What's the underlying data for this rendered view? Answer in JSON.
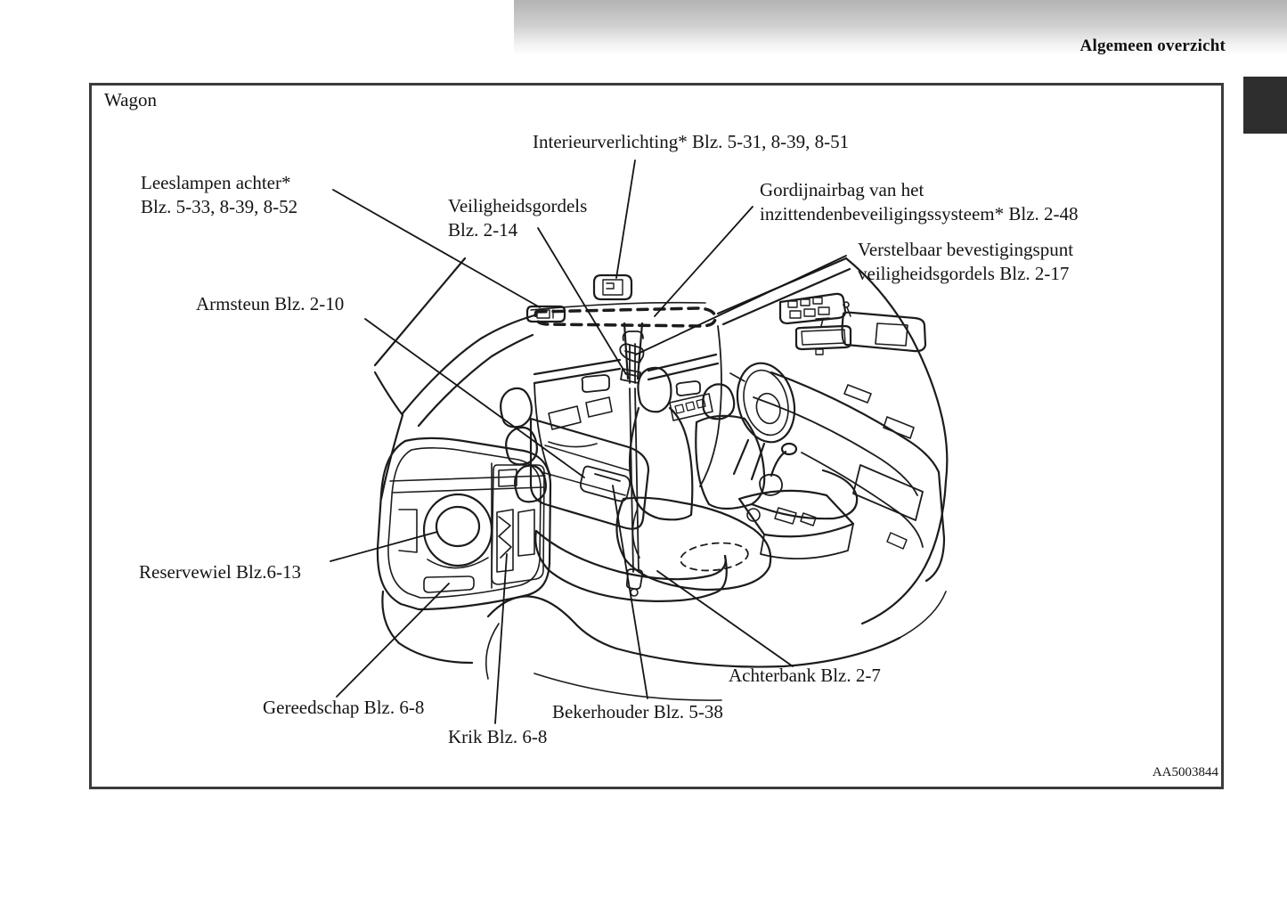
{
  "header": {
    "title": "Algemeen overzicht"
  },
  "figure": {
    "label": "Wagon",
    "code": "AA5003844",
    "callouts": {
      "interieurverlichting": {
        "text": "Interieurverlichting* Blz. 5-31, 8-39, 8-51"
      },
      "leeslampen": {
        "text": "Leeslampen achter*\nBlz. 5-33, 8-39, 8-52"
      },
      "veiligheidsgordels": {
        "text": "Veiligheidsgordels\nBlz. 2-14"
      },
      "gordijnairbag": {
        "text": "Gordijnairbag van het\ninzittendenbeveiligingssysteem* Blz. 2-48"
      },
      "verstelbaar": {
        "text": "Verstelbaar bevestigingspunt\nveiligheidsgordels Blz. 2-17"
      },
      "armsteun": {
        "text": "Armsteun Blz. 2-10"
      },
      "reservewiel": {
        "text": "Reservewiel Blz.6-13"
      },
      "gereedschap": {
        "text": "Gereedschap Blz. 6-8"
      },
      "krik": {
        "text": "Krik Blz. 6-8"
      },
      "bekerhouder": {
        "text": "Bekerhouder Blz. 5-38"
      },
      "achterbank": {
        "text": "Achterbank Blz. 2-7"
      }
    }
  },
  "colors": {
    "line": "#1c1c1c",
    "tab": "#2e2e2e",
    "band_top": "#b4b4b4"
  }
}
